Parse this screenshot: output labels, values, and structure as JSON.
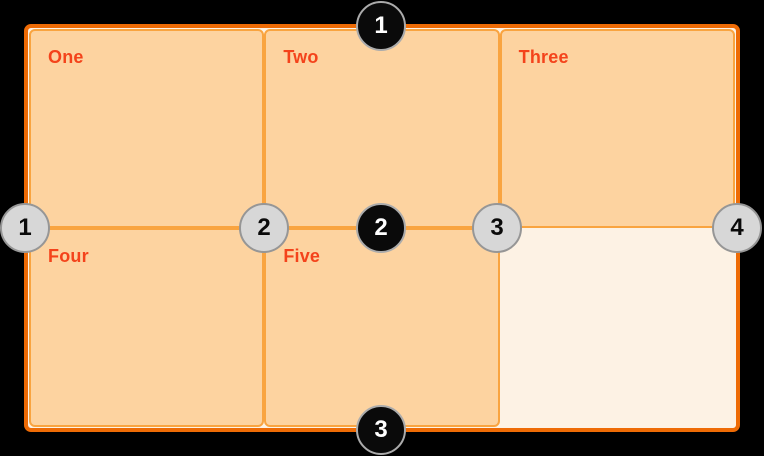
{
  "diagram": {
    "description_of_visual": "CSS grid illustration: 3-column by 2-row grid with five filled cells and one empty area; numbered circles mark the grid row lines (black) and column lines (gray)",
    "cells": [
      {
        "label": "One"
      },
      {
        "label": "Two"
      },
      {
        "label": "Three"
      },
      {
        "label": "Four"
      },
      {
        "label": "Five"
      }
    ],
    "row_line_markers": [
      {
        "number": "1"
      },
      {
        "number": "2"
      },
      {
        "number": "3"
      }
    ],
    "column_line_markers": [
      {
        "number": "1"
      },
      {
        "number": "2"
      },
      {
        "number": "3"
      },
      {
        "number": "4"
      }
    ]
  },
  "colors": {
    "page-bg": "#000000",
    "container-border": "#EE6B05",
    "container-bg": "#FDF2E4",
    "cell-bg": "#FDD3A0",
    "cell-border": "#F9A440",
    "label": "#F4431B",
    "row-marker-bg": "#0A0A0A",
    "row-marker-text": "#FFFFFF",
    "row-marker-border": "#ABABAB",
    "col-marker-bg": "#D7D7D7",
    "col-marker-text": "#0A0A0A",
    "col-marker-border": "#969696"
  }
}
